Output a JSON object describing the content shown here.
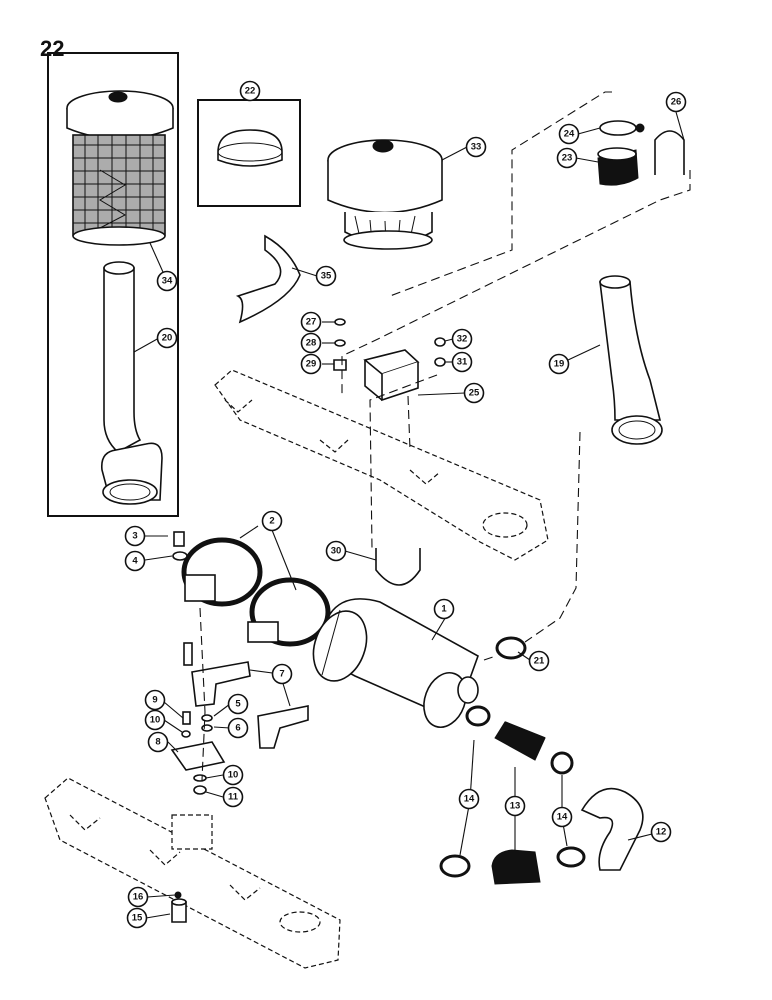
{
  "page_number": "22",
  "callouts": {
    "c1": "1",
    "c2": "2",
    "c3": "3",
    "c4": "4",
    "c5": "5",
    "c6": "6",
    "c7": "7",
    "c8": "8",
    "c9": "9",
    "c10a": "10",
    "c10b": "10",
    "c11": "11",
    "c12": "12",
    "c13": "13",
    "c14a": "14",
    "c14b": "14",
    "c15": "15",
    "c16": "16",
    "c19": "19",
    "c20": "20",
    "c21": "21",
    "c22": "22",
    "c23": "23",
    "c24": "24",
    "c25": "25",
    "c26": "26",
    "c27": "27",
    "c28": "28",
    "c29": "29",
    "c30": "30",
    "c31": "31",
    "c32": "32",
    "c33": "33",
    "c34": "34",
    "c35": "35"
  },
  "colors": {
    "ink": "#111111",
    "paper": "#ffffff"
  }
}
